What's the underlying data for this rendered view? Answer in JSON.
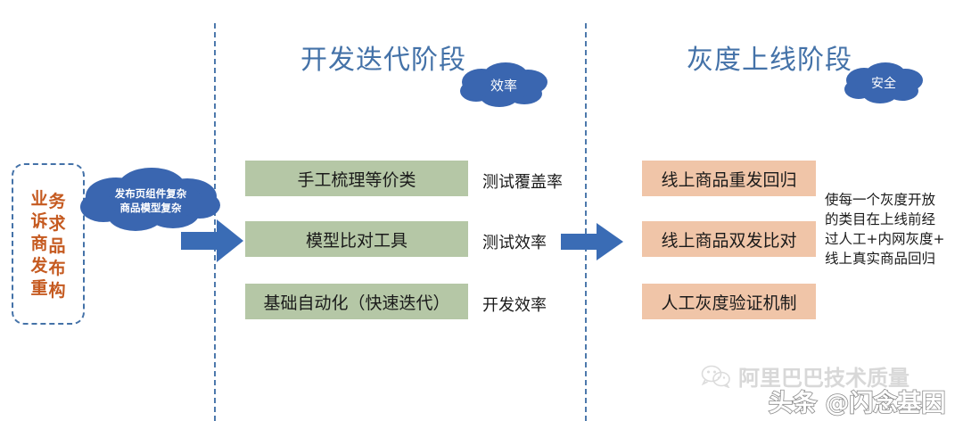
{
  "dividers": {
    "count": 2
  },
  "left_section": {
    "box_label_column_1": "业\n诉\n商\n发\n重",
    "box_label_column_2": "务\n求\n品\n布\n构",
    "full_text": "业务诉求商品发布重构",
    "problem_cloud": {
      "line1": "发布页组件复杂",
      "line2": "商品模型复杂"
    }
  },
  "dev_phase": {
    "title": "开发迭代阶段",
    "cloud_label": "效率",
    "boxes": [
      {
        "label": "手工梳理等价类",
        "metric": "测试覆盖率"
      },
      {
        "label": "模型比对工具",
        "metric": "测试效率"
      },
      {
        "label": "基础自动化（快速迭代）",
        "metric": "开发效率"
      }
    ]
  },
  "gray_phase": {
    "title": "灰度上线阶段",
    "cloud_label": "安全",
    "boxes": [
      {
        "label": "线上商品重发回归"
      },
      {
        "label": "线上商品双发比对"
      },
      {
        "label": "人工灰度验证机制"
      }
    ],
    "description": "使每一个灰度开放\n的类目在上线前经\n过人工+内网灰度+\n线上真实商品回归"
  },
  "watermarks": {
    "brand": "阿里巴巴技术质量",
    "headline": "头条 @闪念基因"
  },
  "colors": {
    "divider_blue": "#4472a8",
    "title_blue": "#4472a8",
    "cloud_blue": "#3a66b0",
    "arrow_blue": "#3a6cb5",
    "green_box": "#b5c7a6",
    "peach_box": "#f0c5a8",
    "demand_orange": "#c55a20"
  }
}
